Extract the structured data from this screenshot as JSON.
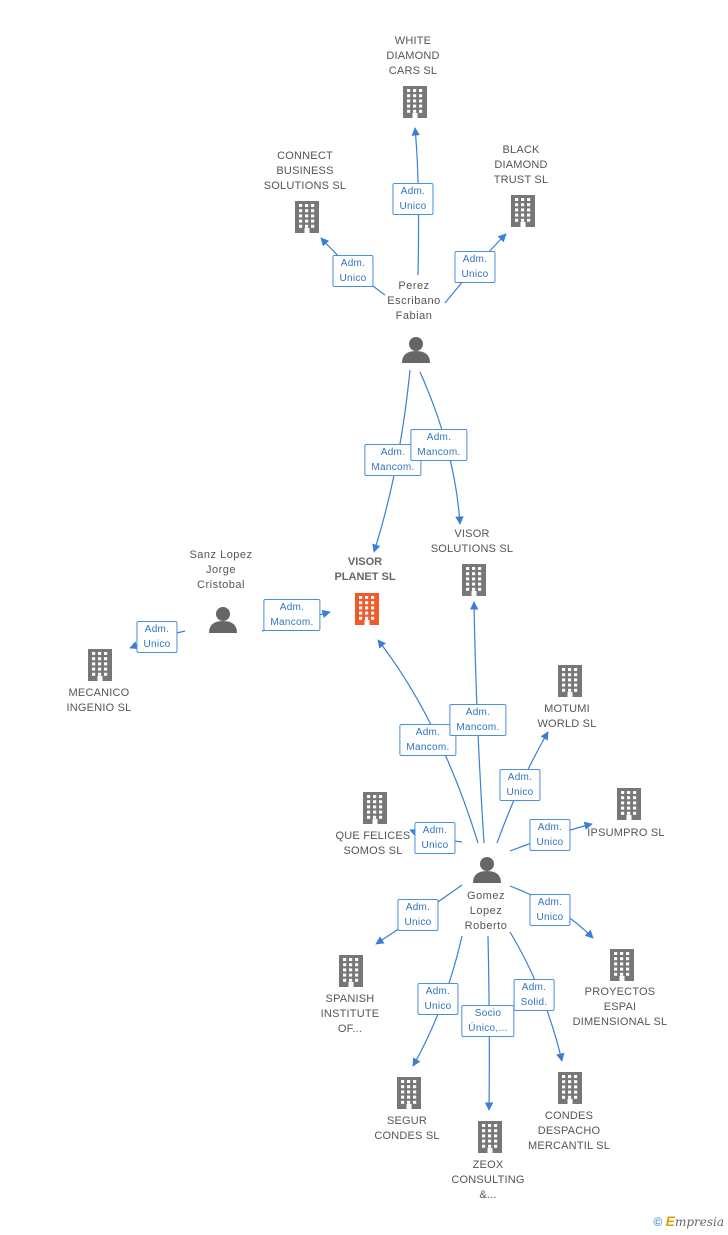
{
  "nodes": [
    {
      "id": "white_diamond",
      "type": "company",
      "label": "WHITE\nDIAMOND\nCARS  SL"
    },
    {
      "id": "connect_business",
      "type": "company",
      "label": "CONNECT\nBUSINESS\nSOLUTIONS  SL"
    },
    {
      "id": "black_diamond",
      "type": "company",
      "label": "BLACK\nDIAMOND\nTRUST SL"
    },
    {
      "id": "perez",
      "type": "person",
      "label": "Perez\nEscribano\nFabian"
    },
    {
      "id": "visor_planet",
      "type": "focus",
      "label": "VISOR\nPLANET  SL"
    },
    {
      "id": "visor_solutions",
      "type": "company",
      "label": "VISOR\nSOLUTIONS  SL"
    },
    {
      "id": "sanz_lopez",
      "type": "person",
      "label": "Sanz Lopez\nJorge\nCristobal"
    },
    {
      "id": "mecanico",
      "type": "company",
      "label": "MECANICO\nINGENIO SL"
    },
    {
      "id": "motumi",
      "type": "company",
      "label": "MOTUMI\nWORLD SL"
    },
    {
      "id": "que_felices",
      "type": "company",
      "label": "QUE FELICES\nSOMOS SL"
    },
    {
      "id": "ipsumpro",
      "type": "company",
      "label": "IPSUMPRO SL"
    },
    {
      "id": "gomez",
      "type": "person",
      "label": "Gomez\nLopez\nRoberto"
    },
    {
      "id": "spanish",
      "type": "company",
      "label": "SPANISH\nINSTITUTE\nOF..."
    },
    {
      "id": "proyectos",
      "type": "company",
      "label": "PROYECTOS\nESPAI\nDIMENSIONAL SL"
    },
    {
      "id": "segur",
      "type": "company",
      "label": "SEGUR\nCONDES  SL"
    },
    {
      "id": "condes",
      "type": "company",
      "label": "CONDES\nDESPACHO\nMERCANTIL SL"
    },
    {
      "id": "zeox",
      "type": "company",
      "label": "ZEOX\nCONSULTING\n&..."
    }
  ],
  "edges": [
    {
      "from": "perez",
      "to": "white_diamond",
      "label": "Adm.\nUnico"
    },
    {
      "from": "perez",
      "to": "connect_business",
      "label": "Adm.\nUnico"
    },
    {
      "from": "perez",
      "to": "black_diamond",
      "label": "Adm.\nUnico"
    },
    {
      "from": "perez",
      "to": "visor_planet",
      "label": "Adm.\nMancom."
    },
    {
      "from": "perez",
      "to": "visor_solutions",
      "label": "Adm.\nMancom."
    },
    {
      "from": "sanz_lopez",
      "to": "visor_planet",
      "label": "Adm.\nMancom."
    },
    {
      "from": "sanz_lopez",
      "to": "mecanico",
      "label": "Adm.\nUnico"
    },
    {
      "from": "gomez",
      "to": "visor_planet",
      "label": "Adm.\nMancom."
    },
    {
      "from": "gomez",
      "to": "visor_solutions",
      "label": "Adm.\nMancom."
    },
    {
      "from": "gomez",
      "to": "motumi",
      "label": "Adm.\nUnico"
    },
    {
      "from": "gomez",
      "to": "que_felices",
      "label": "Adm.\nUnico"
    },
    {
      "from": "gomez",
      "to": "ipsumpro",
      "label": "Adm.\nUnico"
    },
    {
      "from": "gomez",
      "to": "spanish",
      "label": "Adm.\nUnico"
    },
    {
      "from": "gomez",
      "to": "proyectos",
      "label": "Adm.\nUnico"
    },
    {
      "from": "gomez",
      "to": "segur",
      "label": "Adm.\nUnico"
    },
    {
      "from": "gomez",
      "to": "condes",
      "label": "Adm.\nSolid."
    },
    {
      "from": "gomez",
      "to": "zeox",
      "label": "Socio\nÚnico,..."
    }
  ],
  "colors": {
    "edge": "#3a7fd5",
    "focus_company": "#f05a28",
    "company": "#777777",
    "person": "#666666"
  },
  "footer": {
    "copyright": "©",
    "brand_initial": "E",
    "brand_rest": "mpresia"
  }
}
